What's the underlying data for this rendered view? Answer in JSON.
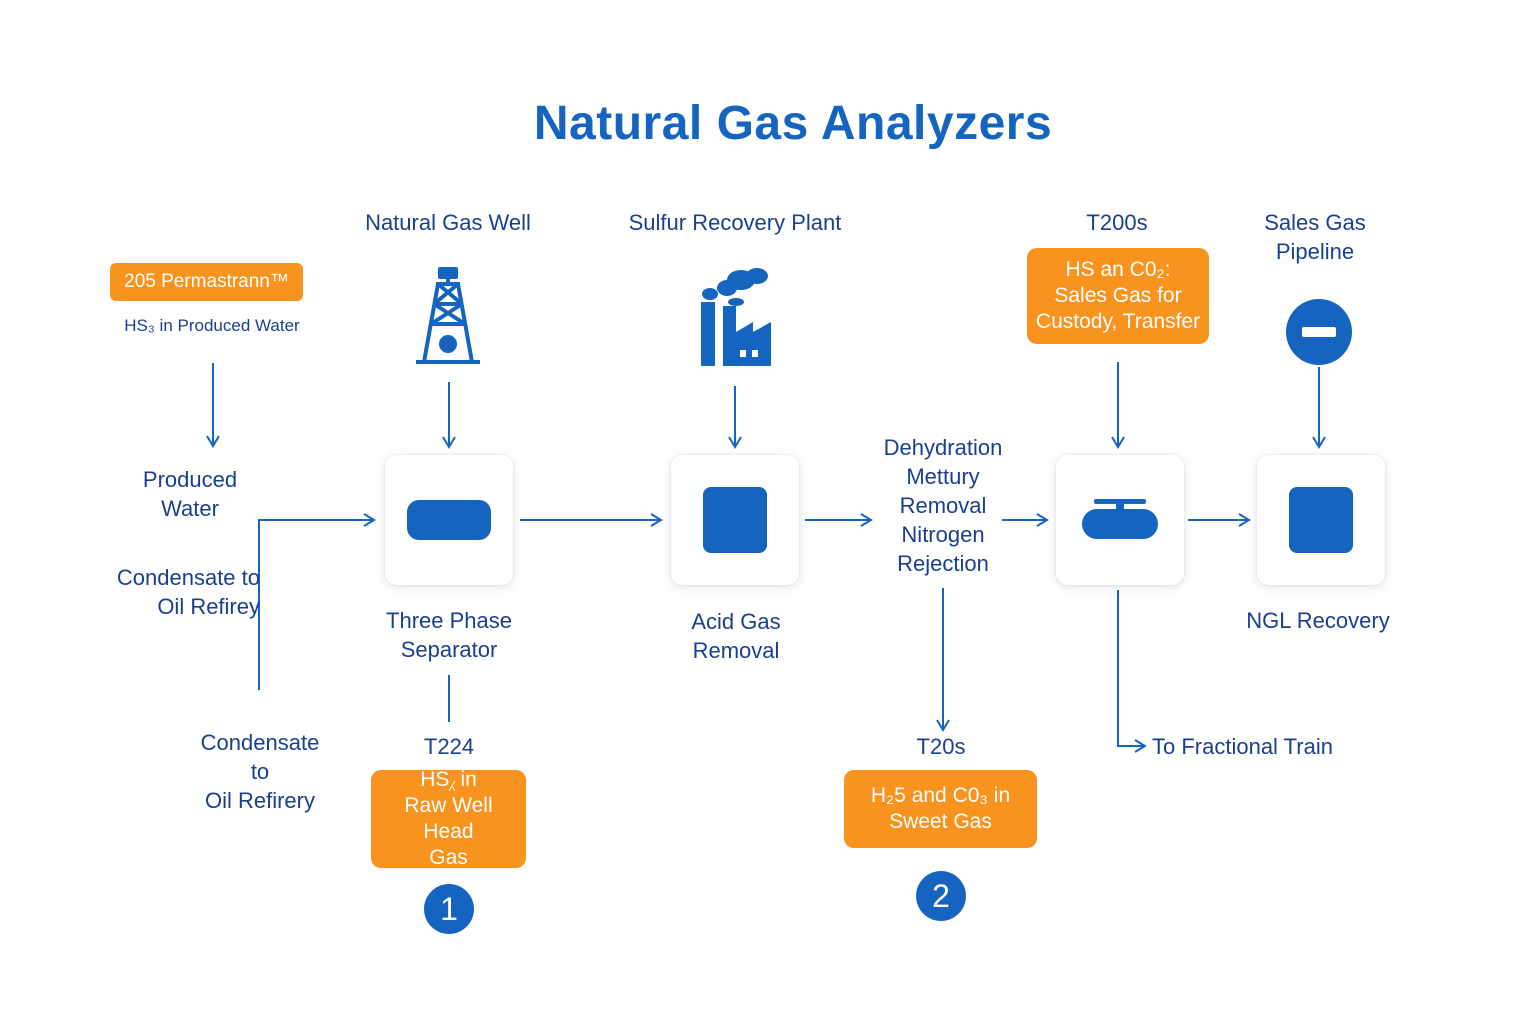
{
  "title": "Natural Gas Analyzers",
  "colors": {
    "blue": "#1565c0",
    "text": "#1b3f8f",
    "orange": "#f7931e"
  },
  "labels": {
    "natural_gas_well": "Natural Gas Well",
    "sulfur_recovery_plant": "Sulfur Recovery Plant",
    "t200s": "T200s",
    "sales_gas_pipeline": "Sales Gas\nPipeline",
    "produced_water_caption": "HS₃ in Produced Water",
    "produced_water": "Produced\nWater",
    "condensate_oil_refinery_1": "Condensate to\nOil Refirey",
    "condensate_oil_refinery_2": "Condensate\nto\nOil Refirery",
    "three_phase_separator": "Three Phase\nSeparator",
    "acid_gas_removal": "Acid Gas\nRemoval",
    "dehydration": "Dehydration\nMettury\nRemoval\nNitrogen\nRejection",
    "ngl_recovery": "NGL Recovery",
    "t224": "T224",
    "t20s": "T20s",
    "to_fractional_train": "To Fractional Train"
  },
  "orange_boxes": {
    "permastrann": "205 Permastrann™",
    "custody_transfer": "HS an C0₂:\nSales Gas for\nCustody, Transfer",
    "raw_well_head": "HS⁁ in\nRaw Well Head\nGas",
    "sweet_gas": "H₂5 and C0₃ in\nSweet Gas"
  },
  "badges": {
    "one": "1",
    "two": "2"
  },
  "icons": {
    "derrick": "oil-derrick-icon",
    "factory": "factory-icon",
    "pipeline": "pipeline-valve-icon",
    "separator": "separator-vessel-icon",
    "acid_gas": "process-unit-icon",
    "tank": "horizontal-tank-icon",
    "ngl": "process-unit-icon"
  }
}
